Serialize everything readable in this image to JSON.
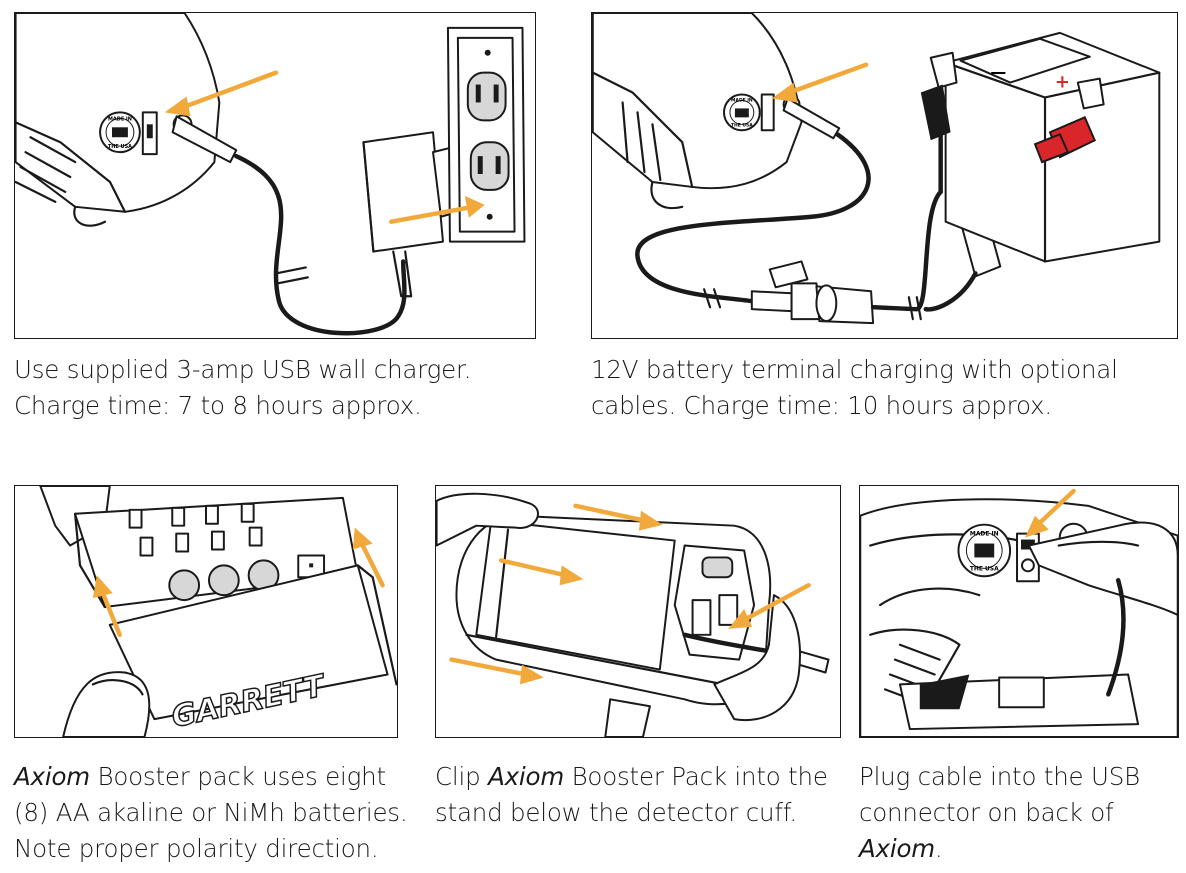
{
  "panels": [
    {
      "id": "wall-charger",
      "caption": [
        {
          "text": "Use supplied 3-amp USB wall charger."
        },
        {
          "text": "Charge time: 7 to 8 hours approx."
        }
      ]
    },
    {
      "id": "battery-terminal",
      "caption": [
        {
          "text": "12V battery terminal charging with optional"
        },
        {
          "text": "cables. Charge time: 10 hours approx."
        }
      ]
    },
    {
      "id": "booster-pack",
      "caption": [
        {
          "italic": "Axiom",
          "text": " Booster pack uses eight"
        },
        {
          "text": "(8) AA akaline or NiMh batteries."
        },
        {
          "text": "Note proper polarity direction."
        }
      ]
    },
    {
      "id": "clip-pack",
      "caption": [
        {
          "pre": "Clip ",
          "italic": "Axiom",
          "text": " Booster Pack into the"
        },
        {
          "text": "stand below the detector cuff."
        }
      ]
    },
    {
      "id": "plug-cable",
      "caption": [
        {
          "text": "Plug cable into the USB"
        },
        {
          "text": "connector on back of"
        },
        {
          "italic": "Axiom",
          "text": "."
        }
      ]
    }
  ],
  "badge": {
    "line1": "MADE IN",
    "line2": "THE USA"
  },
  "battery_signs": {
    "minus": "—",
    "plus": "+"
  },
  "booster_brand": "GARRETT",
  "colors": {
    "arrow": "#f2a93b",
    "ink": "#1a1a1a",
    "red_clip": "#d9262b",
    "panel_border": "#1a1a1a"
  }
}
